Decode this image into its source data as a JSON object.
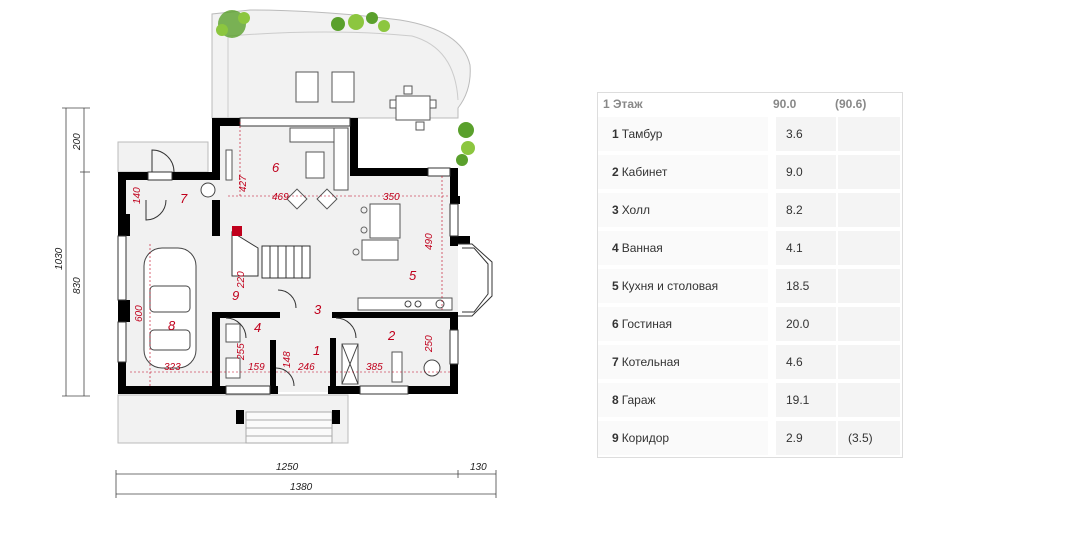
{
  "floor_plan": {
    "outer_dims": {
      "left_total": "1030",
      "left_upper": "200",
      "left_lower": "830",
      "bottom_main": "1250",
      "bottom_right": "130",
      "bottom_total": "1380"
    },
    "room_labels": [
      "1",
      "2",
      "3",
      "4",
      "5",
      "6",
      "7",
      "8",
      "9"
    ],
    "inner_dims": {
      "d140": "140",
      "d427": "427",
      "d469": "469",
      "d350": "350",
      "d490": "490",
      "d220": "220",
      "d600": "600",
      "d323": "323",
      "d255": "255",
      "d159": "159",
      "d148": "148",
      "d246": "246",
      "d385": "385",
      "d250": "250"
    }
  },
  "area_table": {
    "header": {
      "label": "1 Этаж",
      "area": "90.0",
      "area_alt": "(90.6)"
    },
    "rows": [
      {
        "num": "1",
        "name": "Тамбур",
        "area": "3.6",
        "area_alt": ""
      },
      {
        "num": "2",
        "name": "Кабинет",
        "area": "9.0",
        "area_alt": ""
      },
      {
        "num": "3",
        "name": "Холл",
        "area": "8.2",
        "area_alt": ""
      },
      {
        "num": "4",
        "name": "Ванная",
        "area": "4.1",
        "area_alt": ""
      },
      {
        "num": "5",
        "name": "Кухня и столовая",
        "area": "18.5",
        "area_alt": ""
      },
      {
        "num": "6",
        "name": "Гостиная",
        "area": "20.0",
        "area_alt": ""
      },
      {
        "num": "7",
        "name": "Котельная",
        "area": "4.6",
        "area_alt": ""
      },
      {
        "num": "8",
        "name": "Гараж",
        "area": "19.1",
        "area_alt": ""
      },
      {
        "num": "9",
        "name": "Коридор",
        "area": "2.9",
        "area_alt": "(3.5)"
      }
    ]
  },
  "colors": {
    "dimension_red": "#c0001c",
    "wall": "#000000",
    "terrace": "#f2f2f2",
    "plant_green": "#5aa02c"
  }
}
